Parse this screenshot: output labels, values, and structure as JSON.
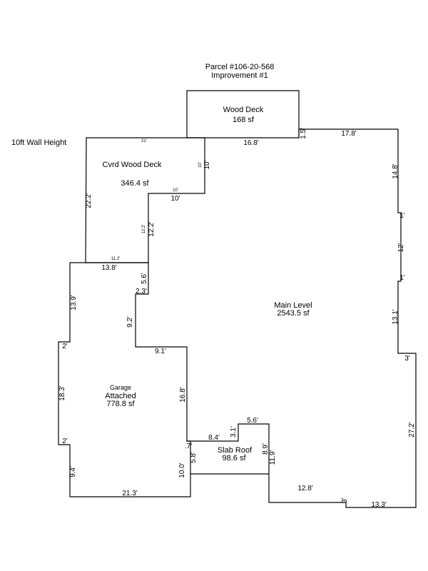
{
  "header": {
    "parcel": "Parcel #106-20-568",
    "improvement": "Improvement #1"
  },
  "note": "10ft Wall Height",
  "areas": {
    "wood_deck": {
      "name": "Wood Deck",
      "area": "168 sf"
    },
    "cvrd_deck": {
      "name": "Cvrd Wood Deck",
      "area": "346.4 sf"
    },
    "main": {
      "name": "Main Level",
      "area": "2543.5 sf"
    },
    "garage": {
      "name": "Garage",
      "sub": "Attached",
      "area": "778.8 sf"
    },
    "slab": {
      "name": "Slab Roof",
      "area": "98.6 sf"
    }
  },
  "dims": {
    "d_21_small": "21'",
    "d_10_small_top": "10'",
    "d_10_small_mid": "10'",
    "d_12_2_small": "12.2'",
    "d_11_2_small": "11.2'",
    "d_16_8_top": "16.8'",
    "d_1_5": "1.5'",
    "d_17_8": "17.8'",
    "d_14_8": "14.8'",
    "d_1_a": "1'",
    "d_12": "12'",
    "d_1_b": "1'",
    "d_13_1": "13.1'",
    "d_3_a": "3'",
    "d_27_2": "27.2'",
    "d_13_3": "13.3'",
    "d_3_b": "3'",
    "d_12_8": "12.8'",
    "d_11_9": "11.9'",
    "d_8_9": "8.9'",
    "d_5_6_slab": "5.6'",
    "d_3_1": "3.1'",
    "d_8_4": "8.4'",
    "d_7": ".7'",
    "d_5_8": "5.8'",
    "d_10_0": "10.0'",
    "d_21_3": "21.3'",
    "d_9_4": "9.4'",
    "d_2_a": "2'",
    "d_18_3": "18.3'",
    "d_2_b": "2'",
    "d_13_9": "13.9'",
    "d_13_8": "13.8'",
    "d_5_6": "5.6'",
    "d_2_3": "2.3'",
    "d_9_2": "9.2'",
    "d_9_1": "9.1'",
    "d_16_8": "16.8'",
    "d_22_2": "22.2'",
    "d_10_mid": "10'",
    "d_12_2": "12.2'",
    "d_10_vert": "10'"
  }
}
